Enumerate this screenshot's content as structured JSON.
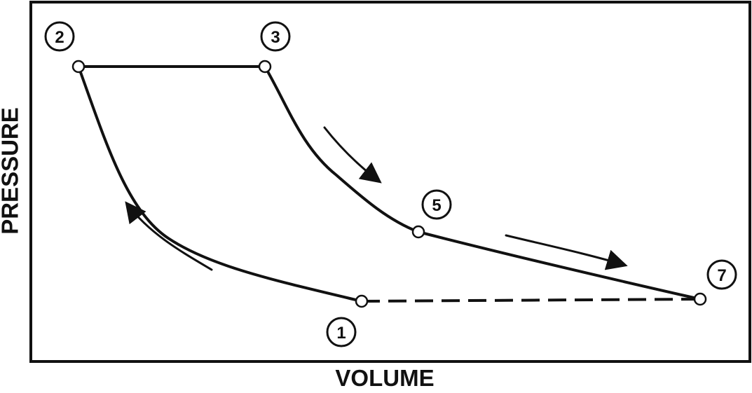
{
  "axes": {
    "x_label": "VOLUME",
    "y_label": "PRESSURE"
  },
  "points": [
    {
      "id": "1",
      "label": "1"
    },
    {
      "id": "2",
      "label": "2"
    },
    {
      "id": "3",
      "label": "3"
    },
    {
      "id": "5",
      "label": "5"
    },
    {
      "id": "7",
      "label": "7"
    }
  ],
  "paths": [
    {
      "from": "1",
      "to": "2",
      "style": "solid"
    },
    {
      "from": "2",
      "to": "3",
      "style": "solid"
    },
    {
      "from": "3",
      "to": "5",
      "style": "solid"
    },
    {
      "from": "5",
      "to": "7",
      "style": "solid"
    },
    {
      "from": "7",
      "to": "1",
      "style": "dashed"
    }
  ]
}
